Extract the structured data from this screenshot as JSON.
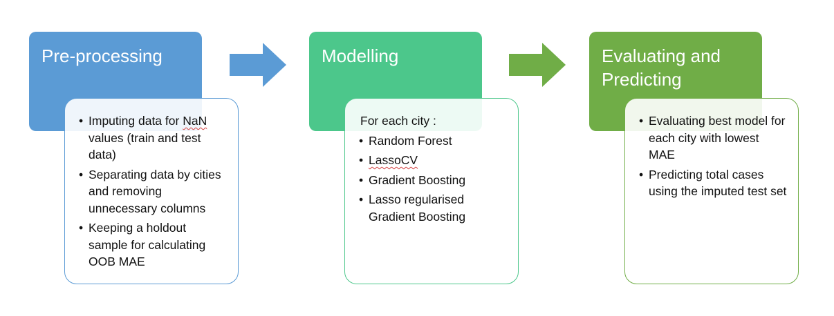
{
  "stages": [
    {
      "title_lines": [
        "Pre-processing"
      ],
      "header_color": "#5b9bd5",
      "border_color": "#5b9bd5",
      "items": [
        "Imputing data for NaN values (train and test data)",
        "Separating data by cities and removing unnecessary columns",
        "Keeping a holdout sample for calculating OOB MAE"
      ]
    },
    {
      "title_lines": [
        "Modelling"
      ],
      "header_color": "#4cc78b",
      "border_color": "#4cc78b",
      "lead": "For each city :",
      "items": [
        "Random Forest",
        "LassoCV",
        "Gradient Boosting",
        "Lasso regularised Gradient Boosting"
      ]
    },
    {
      "title_lines": [
        "Evaluating and",
        "Predicting"
      ],
      "header_color": "#70ad47",
      "border_color": "#70ad47",
      "items": [
        "Evaluating best model for each city with lowest MAE",
        "Predicting total cases using the imputed test set"
      ]
    }
  ],
  "arrows": [
    {
      "color": "#5b9bd5"
    },
    {
      "color": "#70ad47"
    }
  ]
}
